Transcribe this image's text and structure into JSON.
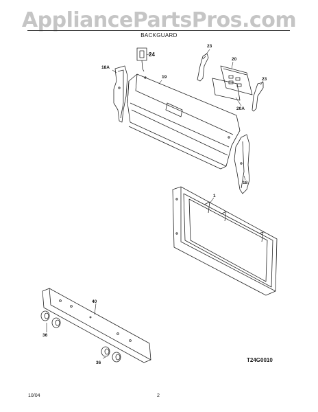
{
  "watermark": "AppliancePartsPros.com",
  "header": {
    "section_title": "BACKGUARD"
  },
  "callouts": {
    "p24": "24",
    "p23a": "23",
    "p20": "20",
    "p23b": "23",
    "p18a": "18A",
    "p19": "19",
    "p20a": "20A",
    "p18": "18",
    "p1": "1",
    "p40": "40",
    "p36a": "36",
    "p36b": "36"
  },
  "diagram_code": "T24G0010",
  "footer": {
    "date": "10/04",
    "page": "2"
  }
}
